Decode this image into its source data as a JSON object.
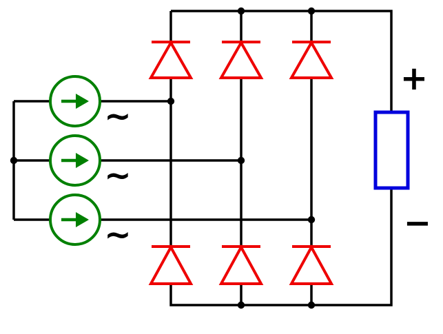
{
  "diagram": {
    "type": "circuit-schematic",
    "description": "three-phase full-wave bridge rectifier with resistive load",
    "labels": {
      "plus": "+",
      "minus": "−"
    },
    "sources": [
      {
        "id": "phase-1",
        "kind": "ac-current-source",
        "label": "~"
      },
      {
        "id": "phase-2",
        "kind": "ac-current-source",
        "label": "~"
      },
      {
        "id": "phase-3",
        "kind": "ac-current-source",
        "label": "~"
      }
    ],
    "diodes": {
      "top_row_count": 3,
      "bottom_row_count": 3,
      "direction": "up"
    },
    "load": {
      "kind": "resistor"
    },
    "junction_count": 8,
    "colors": {
      "wire": "#000000",
      "source": "#008000",
      "diode": "#ee0000",
      "load": "#0000dd",
      "background": "#ffffff"
    }
  }
}
